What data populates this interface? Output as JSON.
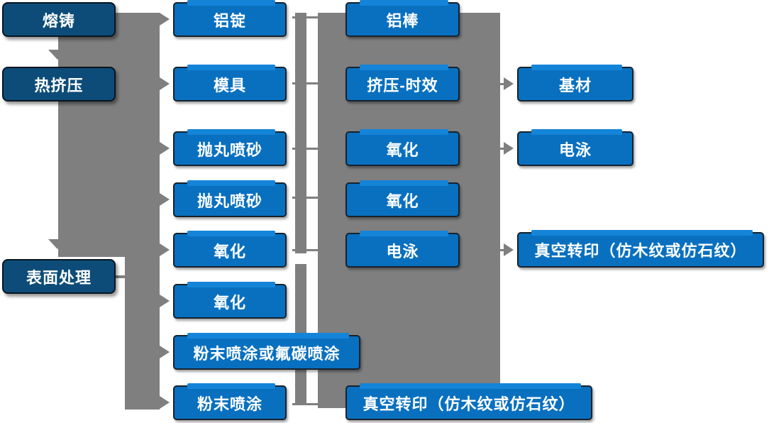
{
  "colors": {
    "stage_box_fill": "#0d4c78",
    "process_box_fill": "#0970c0",
    "process_box_highlight": "#1484d8",
    "connector_gray": "#7f7f7f",
    "box_text": "#ffffff",
    "background": "#ffffff"
  },
  "stages": {
    "melting_casting": "熔铸",
    "hot_extrusion": "热挤压",
    "surface_treatment": "表面处理"
  },
  "processes": {
    "aluminum_ingot": "铝锭",
    "mold": "模具",
    "shot_blasting_1": "抛丸喷砂",
    "shot_blasting_2": "抛丸喷砂",
    "oxidation_1": "氧化",
    "oxidation_2": "氧化",
    "powder_or_fluorocarbon": "粉末喷涂或氟碳喷涂",
    "powder_coating": "粉末喷涂",
    "aluminum_rod": "铝棒",
    "extrusion_aging": "挤压-时效",
    "oxidation_3": "氧化",
    "oxidation_4": "氧化",
    "electrophoresis_1": "电泳",
    "vacuum_transfer_1": "真空转印（仿木纹或仿石纹）",
    "substrate": "基材",
    "electrophoresis_2": "电泳",
    "vacuum_transfer_2": "真空转印（仿木纹或仿石纹）"
  }
}
